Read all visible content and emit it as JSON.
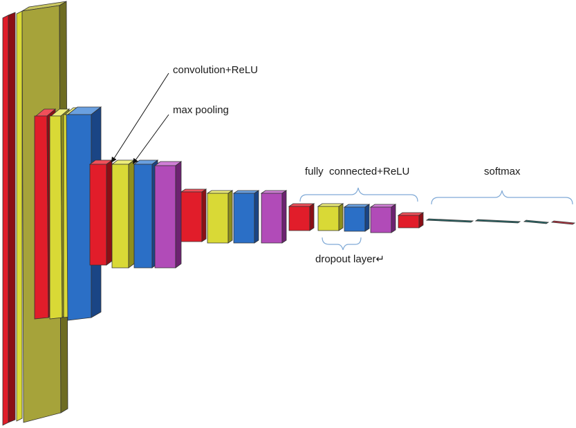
{
  "labels": {
    "conv_relu": "convolution+ReLU",
    "max_pooling": "max pooling",
    "fully_connected": "fully  connected+ReLU",
    "softmax": "softmax",
    "dropout": "dropout layer↵"
  },
  "colors": {
    "red": "#e11d2a",
    "yellow": "#d9d936",
    "blue": "#2b6fc6",
    "magenta": "#b14bb8",
    "olive": "#a6a33a",
    "teal": "#2b6a6a",
    "bracket": "#7fa9d6"
  }
}
